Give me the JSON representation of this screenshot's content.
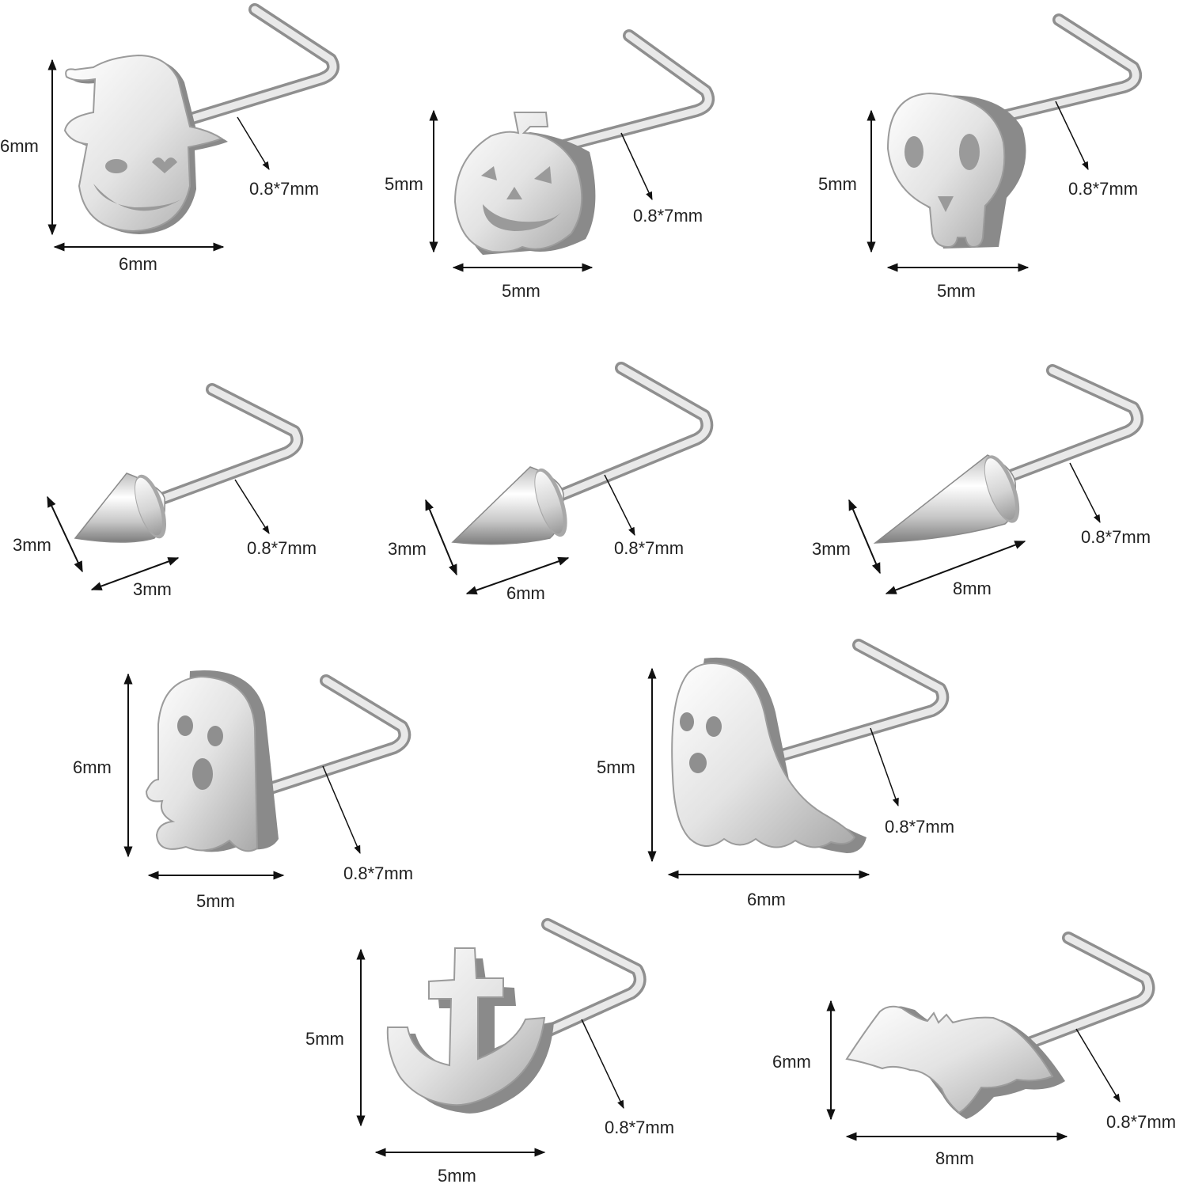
{
  "items": [
    {
      "name": "witch-hat-pumpkin-stud",
      "height_label": "6mm",
      "width_label": "6mm",
      "post_label": "0.8*7mm"
    },
    {
      "name": "pumpkin-stud",
      "height_label": "5mm",
      "width_label": "5mm",
      "post_label": "0.8*7mm"
    },
    {
      "name": "skull-stud",
      "height_label": "5mm",
      "width_label": "5mm",
      "post_label": "0.8*7mm"
    },
    {
      "name": "spike-small-stud",
      "height_label": "3mm",
      "width_label": "3mm",
      "post_label": "0.8*7mm"
    },
    {
      "name": "spike-medium-stud",
      "height_label": "3mm",
      "width_label": "6mm",
      "post_label": "0.8*7mm"
    },
    {
      "name": "spike-large-stud",
      "height_label": "3mm",
      "width_label": "8mm",
      "post_label": "0.8*7mm"
    },
    {
      "name": "ghost-stud",
      "height_label": "6mm",
      "width_label": "5mm",
      "post_label": "0.8*7mm"
    },
    {
      "name": "flying-ghost-stud",
      "height_label": "5mm",
      "width_label": "6mm",
      "post_label": "0.8*7mm"
    },
    {
      "name": "anchor-cross-stud",
      "height_label": "5mm",
      "width_label": "5mm",
      "post_label": "0.8*7mm"
    },
    {
      "name": "bat-stud",
      "height_label": "6mm",
      "width_label": "8mm",
      "post_label": "0.8*7mm"
    }
  ],
  "colors": {
    "metal_light": "#f4f4f4",
    "metal_mid": "#c9c9c9",
    "metal_dark": "#8a8a8a",
    "line": "#111111"
  }
}
